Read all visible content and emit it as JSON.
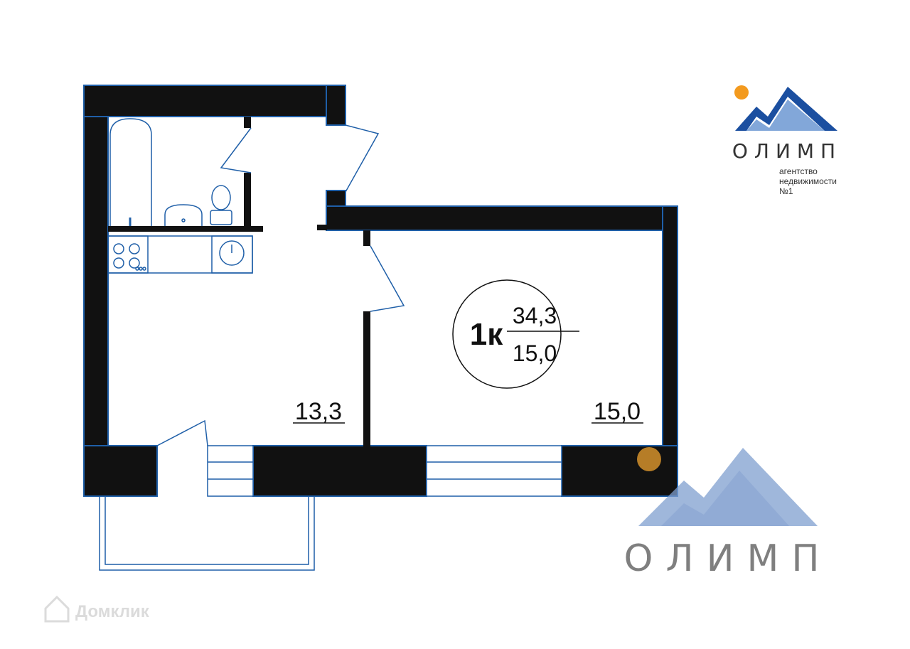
{
  "rooms": {
    "kitchen_area": "13,3",
    "room_area": "15,0"
  },
  "badge": {
    "type": "1к",
    "total_area": "34,3",
    "living_area": "15,0"
  },
  "logo_top": {
    "name": "ОЛИМП",
    "subtitle_lines": [
      "агентство",
      "недвижимости",
      "№1"
    ]
  },
  "logo_watermark": {
    "name": "ОЛИМП"
  },
  "domclick": {
    "label": "Домклик"
  },
  "colors": {
    "wall": "#111111",
    "outline": "#1f5fa8",
    "accent_orange": "#f39a1e",
    "logo_blue": "#1b4fa0",
    "watermark_blue": "#7f9fd0"
  }
}
